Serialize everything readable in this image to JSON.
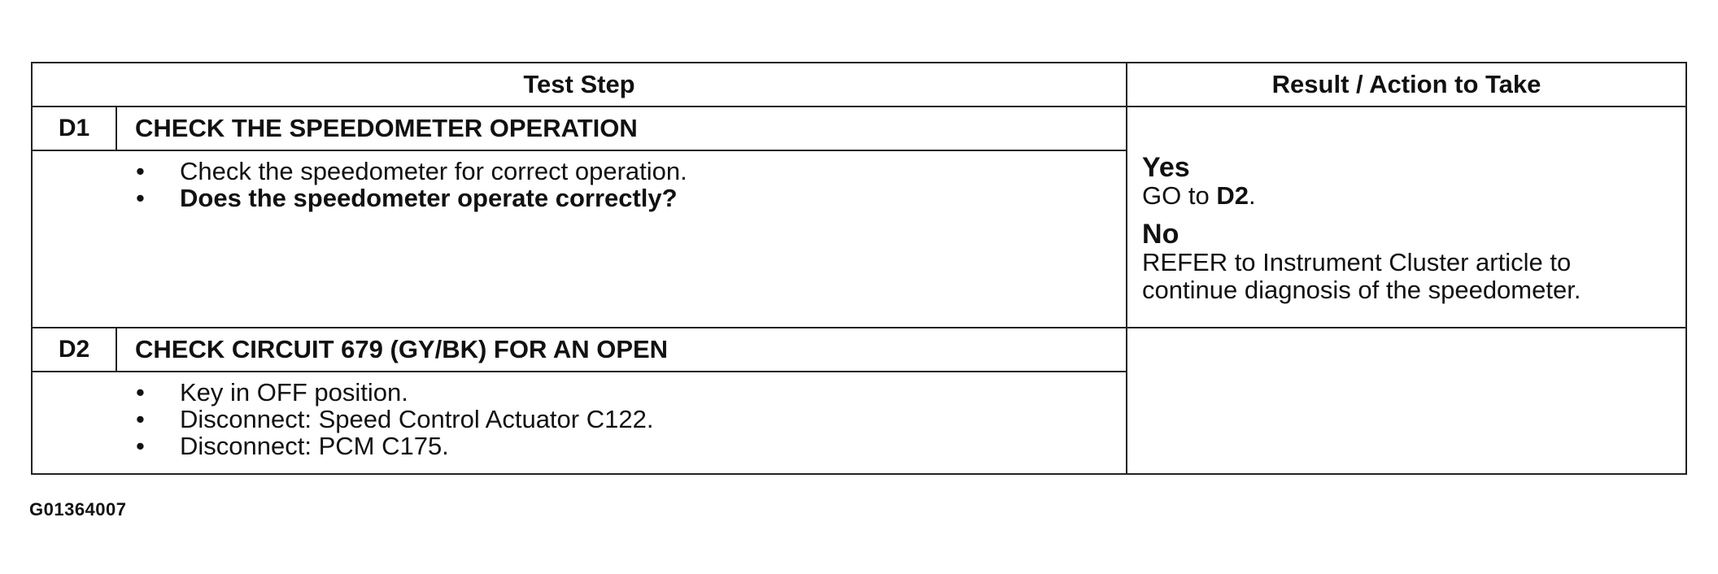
{
  "table": {
    "header": {
      "test_step": "Test Step",
      "result_action": "Result / Action to Take"
    },
    "steps": [
      {
        "id": "D1",
        "title": "CHECK THE SPEEDOMETER OPERATION",
        "bullets": [
          {
            "text": "Check the speedometer for correct operation.",
            "bold": false
          },
          {
            "text": "Does the speedometer operate correctly?",
            "bold": true
          }
        ],
        "results": [
          {
            "label": "Yes",
            "text_pre": "GO to ",
            "text_bold": "D2",
            "text_post": "."
          },
          {
            "label": "No",
            "text_pre": "REFER to Instrument Cluster article to continue diagnosis of the speedometer.",
            "text_bold": "",
            "text_post": ""
          }
        ]
      },
      {
        "id": "D2",
        "title": "CHECK CIRCUIT 679 (GY/BK) FOR AN OPEN",
        "bullets": [
          {
            "text": "Key in OFF position.",
            "bold": false
          },
          {
            "text": "Disconnect: Speed Control Actuator C122.",
            "bold": false
          },
          {
            "text": "Disconnect: PCM C175.",
            "bold": false
          }
        ],
        "results": []
      }
    ]
  },
  "figure_id": "G01364007"
}
